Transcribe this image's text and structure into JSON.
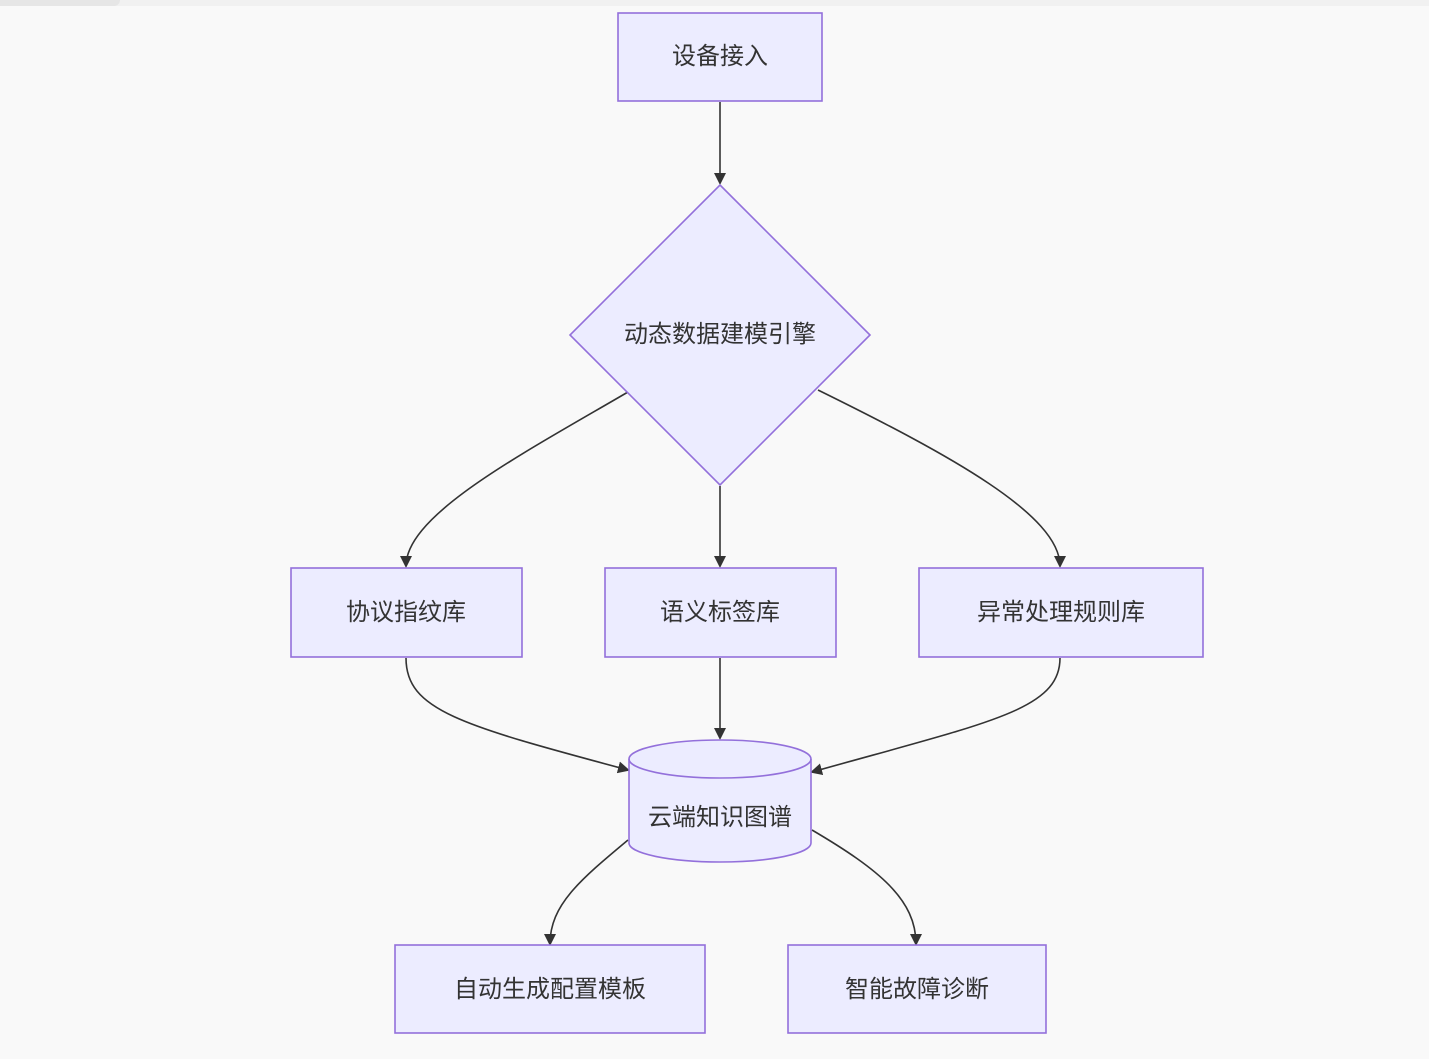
{
  "nodes": {
    "device_access": "设备接入",
    "dynamic_engine": "动态数据建模引擎",
    "protocol_fingerprint_lib": "协议指纹库",
    "semantic_tag_lib": "语义标签库",
    "exception_rule_lib": "异常处理规则库",
    "cloud_knowledge_graph": "云端知识图谱",
    "auto_config_template": "自动生成配置模板",
    "smart_fault_diagnosis": "智能故障诊断"
  },
  "colors": {
    "node_fill": "#ececff",
    "node_stroke": "#9370db",
    "edge": "#333333",
    "text": "#333333",
    "background": "#f9f9f9"
  }
}
